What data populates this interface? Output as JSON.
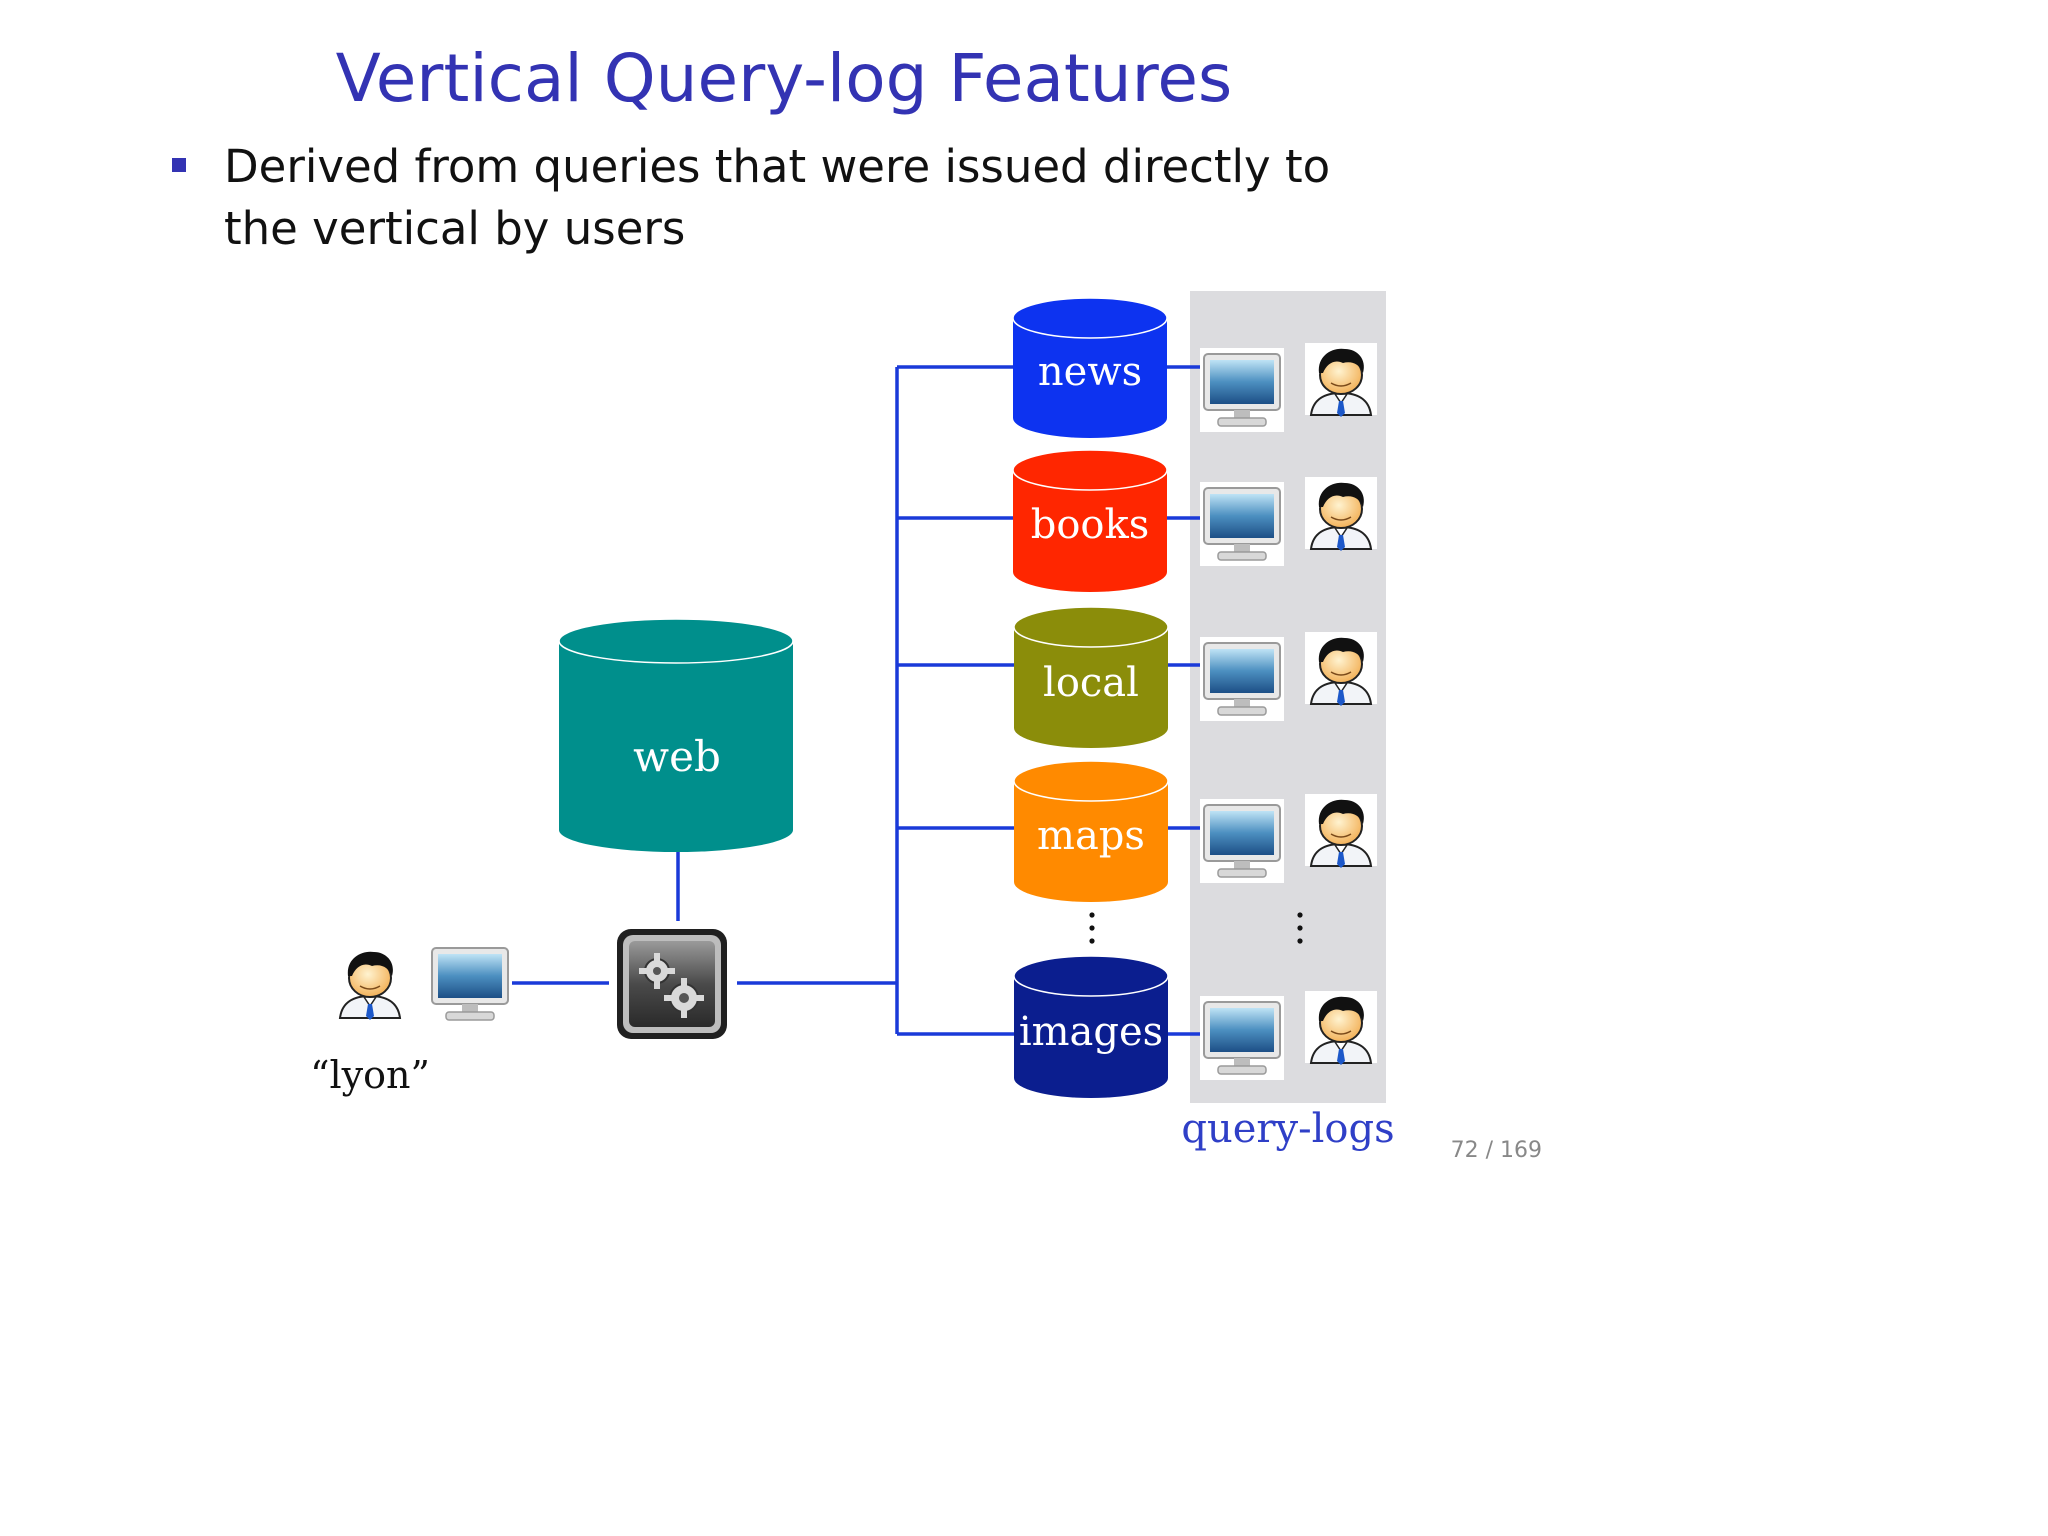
{
  "slide": {
    "title": "Vertical Query-log Features",
    "bullet": "Derived from queries that were issued directly to the vertical by users",
    "page_number": "72 / 169"
  },
  "diagram": {
    "user_query": "“lyon”",
    "web_label": "web",
    "query_logs_label": "query-logs",
    "verticals": [
      {
        "label": "news",
        "color": "#0d33f0"
      },
      {
        "label": "books",
        "color": "#ff2600"
      },
      {
        "label": "local",
        "color": "#8b8d0a"
      },
      {
        "label": "maps",
        "color": "#ff8a00"
      },
      {
        "label": "images",
        "color": "#0b1e8f"
      }
    ],
    "colors": {
      "web": "#008f8c",
      "connector": "#1a3ad9",
      "panel": "#dcdcdf",
      "link_text": "#2f3fc7"
    }
  }
}
